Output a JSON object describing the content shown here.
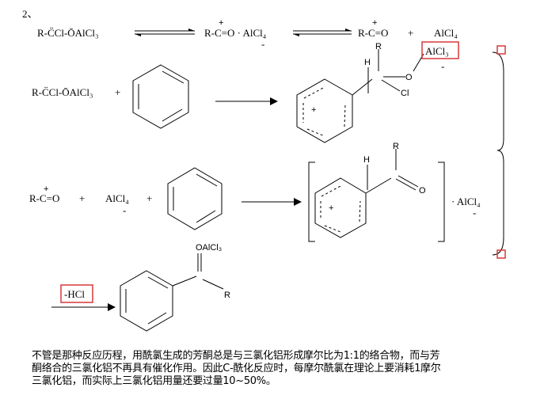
{
  "item_number": "2、",
  "row1": {
    "species1": "R-C̈Cl-ŌAlCl₃",
    "species2": "R-C=O · AlCl₄",
    "species3": "R-C=O",
    "plus": "+",
    "species4": "AlCl₄",
    "charge_plus": "+",
    "charge_minus": "-"
  },
  "row2": {
    "reactant": "R-C̈Cl-ŌAlCl₃",
    "plus": "+",
    "h_label": "H",
    "r_label": "R",
    "o_label": "O",
    "cl_label": "Cl",
    "alcl3_label": "AlCl₃",
    "ring_charge": "+",
    "minus": "-"
  },
  "row3": {
    "acylium": "R-C=O",
    "plus1": "+",
    "alcl4": "AlCl₄",
    "minus": "-",
    "plus2": "+",
    "h_label": "H",
    "r_label": "R",
    "o_label": "O",
    "ring_charge": "+",
    "counter_ion": "· AlCl₄",
    "counter_minus": "-",
    "charge_plus": "+"
  },
  "row4": {
    "elimination": "-HCl",
    "oalcl3_label": "OAlCl₃",
    "r_label": "R"
  },
  "paragraph": [
    "不管是那种反应历程，用酰氯生成的芳酮总是与三氯化铝形成摩尔比为1:1的络合物，而与芳",
    "酮络合的三氯化铝不再具有催化作用。因此C-酰化反应时，每摩尔酰氯在理论上要消耗1摩尔",
    "三氯化铝，而实际上三氯化铝用量还要过量10~50%。"
  ],
  "colors": {
    "highlight_box": "#d9383a",
    "ink": "#000000"
  }
}
